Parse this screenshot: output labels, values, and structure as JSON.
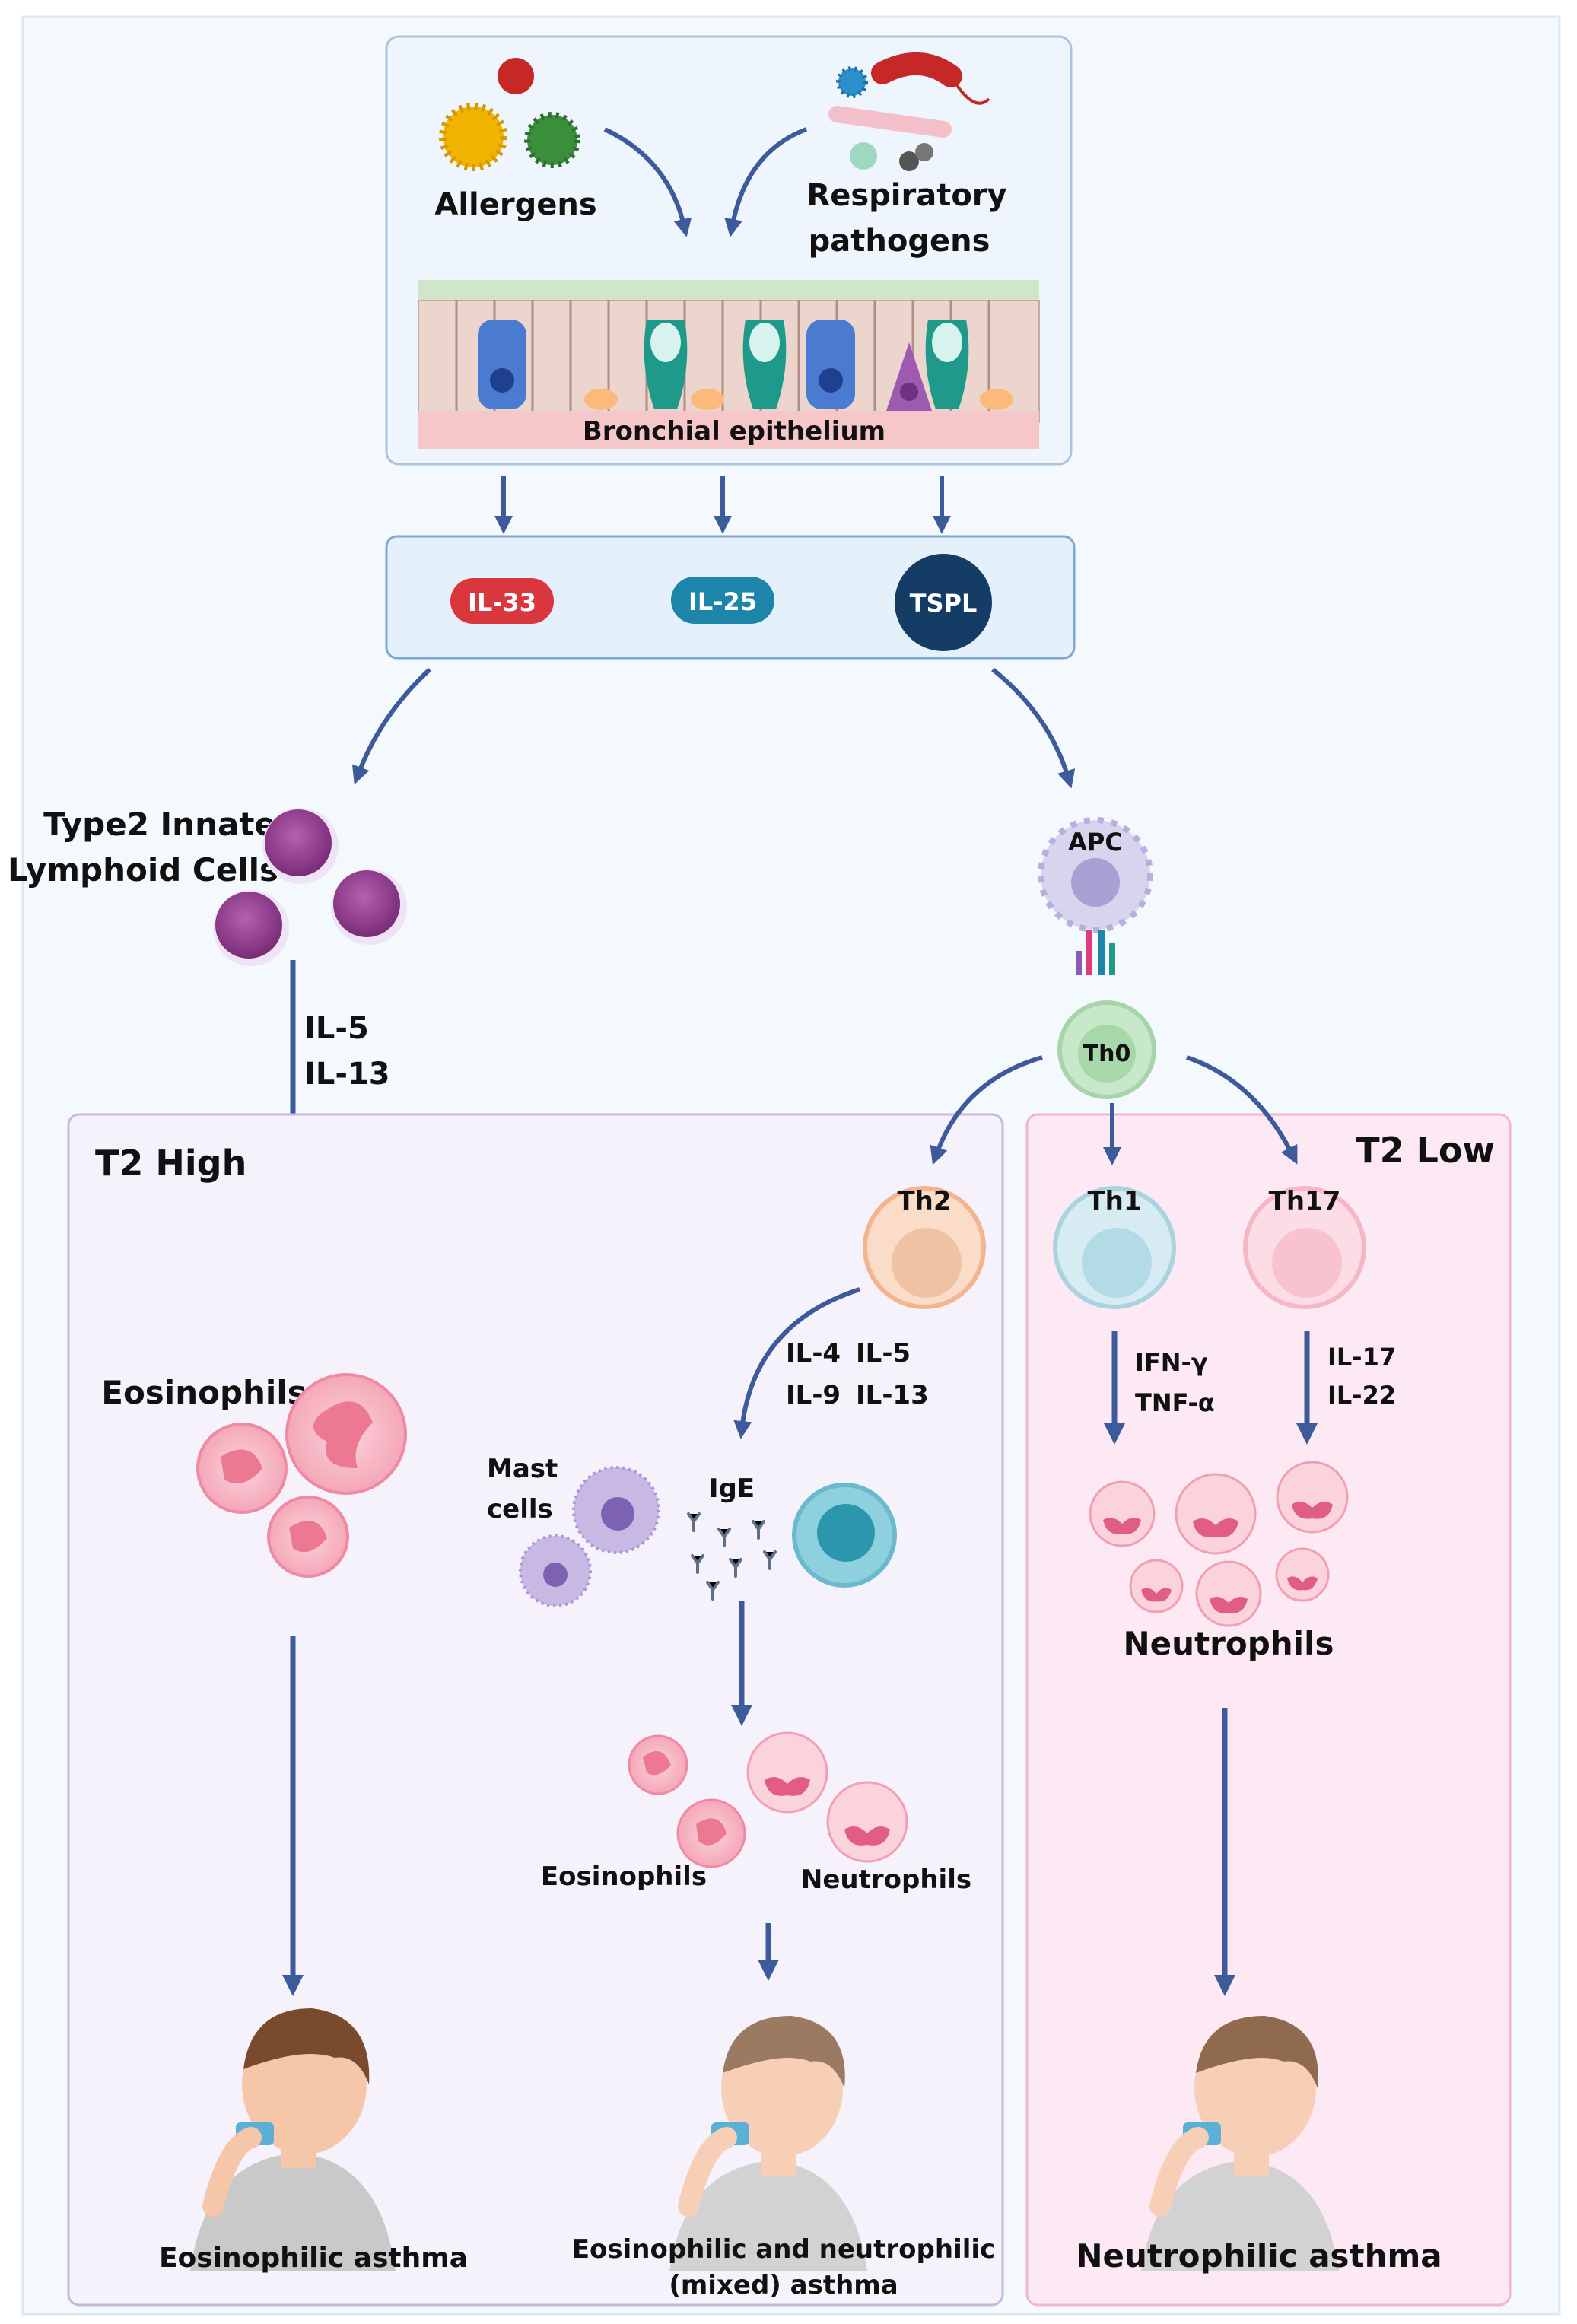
{
  "top_panel": {
    "allergens_label": "Allergens",
    "pathogens_label_line1": "Respiratory",
    "pathogens_label_line2": "pathogens",
    "epithelium_label": "Bronchial epithelium"
  },
  "cytokines": {
    "il33": "IL-33",
    "il25": "IL-25",
    "tspl": "TSPL"
  },
  "left_branch": {
    "ilc_line1": "Type2 Innate",
    "ilc_line2": "Lymphoid Cells",
    "il5": "IL-5",
    "il13": "IL-13"
  },
  "apc_branch": {
    "apc_label": "APC",
    "th0_label": "Th0"
  },
  "t2_high": {
    "title": "T2 High",
    "eosinophils_label": "Eosinophils",
    "eosinophilic_asthma": "Eosinophilic asthma",
    "th2_label": "Th2",
    "cyt_il4": "IL-4",
    "cyt_il5": "IL-5",
    "cyt_il9": "IL-9",
    "cyt_il13": "IL-13",
    "mast_line1": "Mast",
    "mast_line2": "cells",
    "ige_label": "IgE",
    "mixed_eos_label": "Eosinophils",
    "mixed_neut_label": "Neutrophils",
    "mixed_asthma_line1": "Eosinophilic and neutrophilic",
    "mixed_asthma_line2": "(mixed) asthma"
  },
  "t2_low": {
    "title": "T2 Low",
    "th1_label": "Th1",
    "th17_label": "Th17",
    "th1_cyt1": "IFN-γ",
    "th1_cyt2": "TNF-α",
    "th17_cyt1": "IL-17",
    "th17_cyt2": "IL-22",
    "neutrophils_label": "Neutrophils",
    "neutrophilic_asthma": "Neutrophilic asthma"
  },
  "colors": {
    "arrow": "#3d5a9b",
    "panel_blue": "#eef5fc",
    "t2_high_bg": "#f6f2fc",
    "t2_low_bg": "#fde9f3",
    "il33": "#d9363e",
    "il25": "#1d84aa",
    "tspl": "#143c64"
  }
}
